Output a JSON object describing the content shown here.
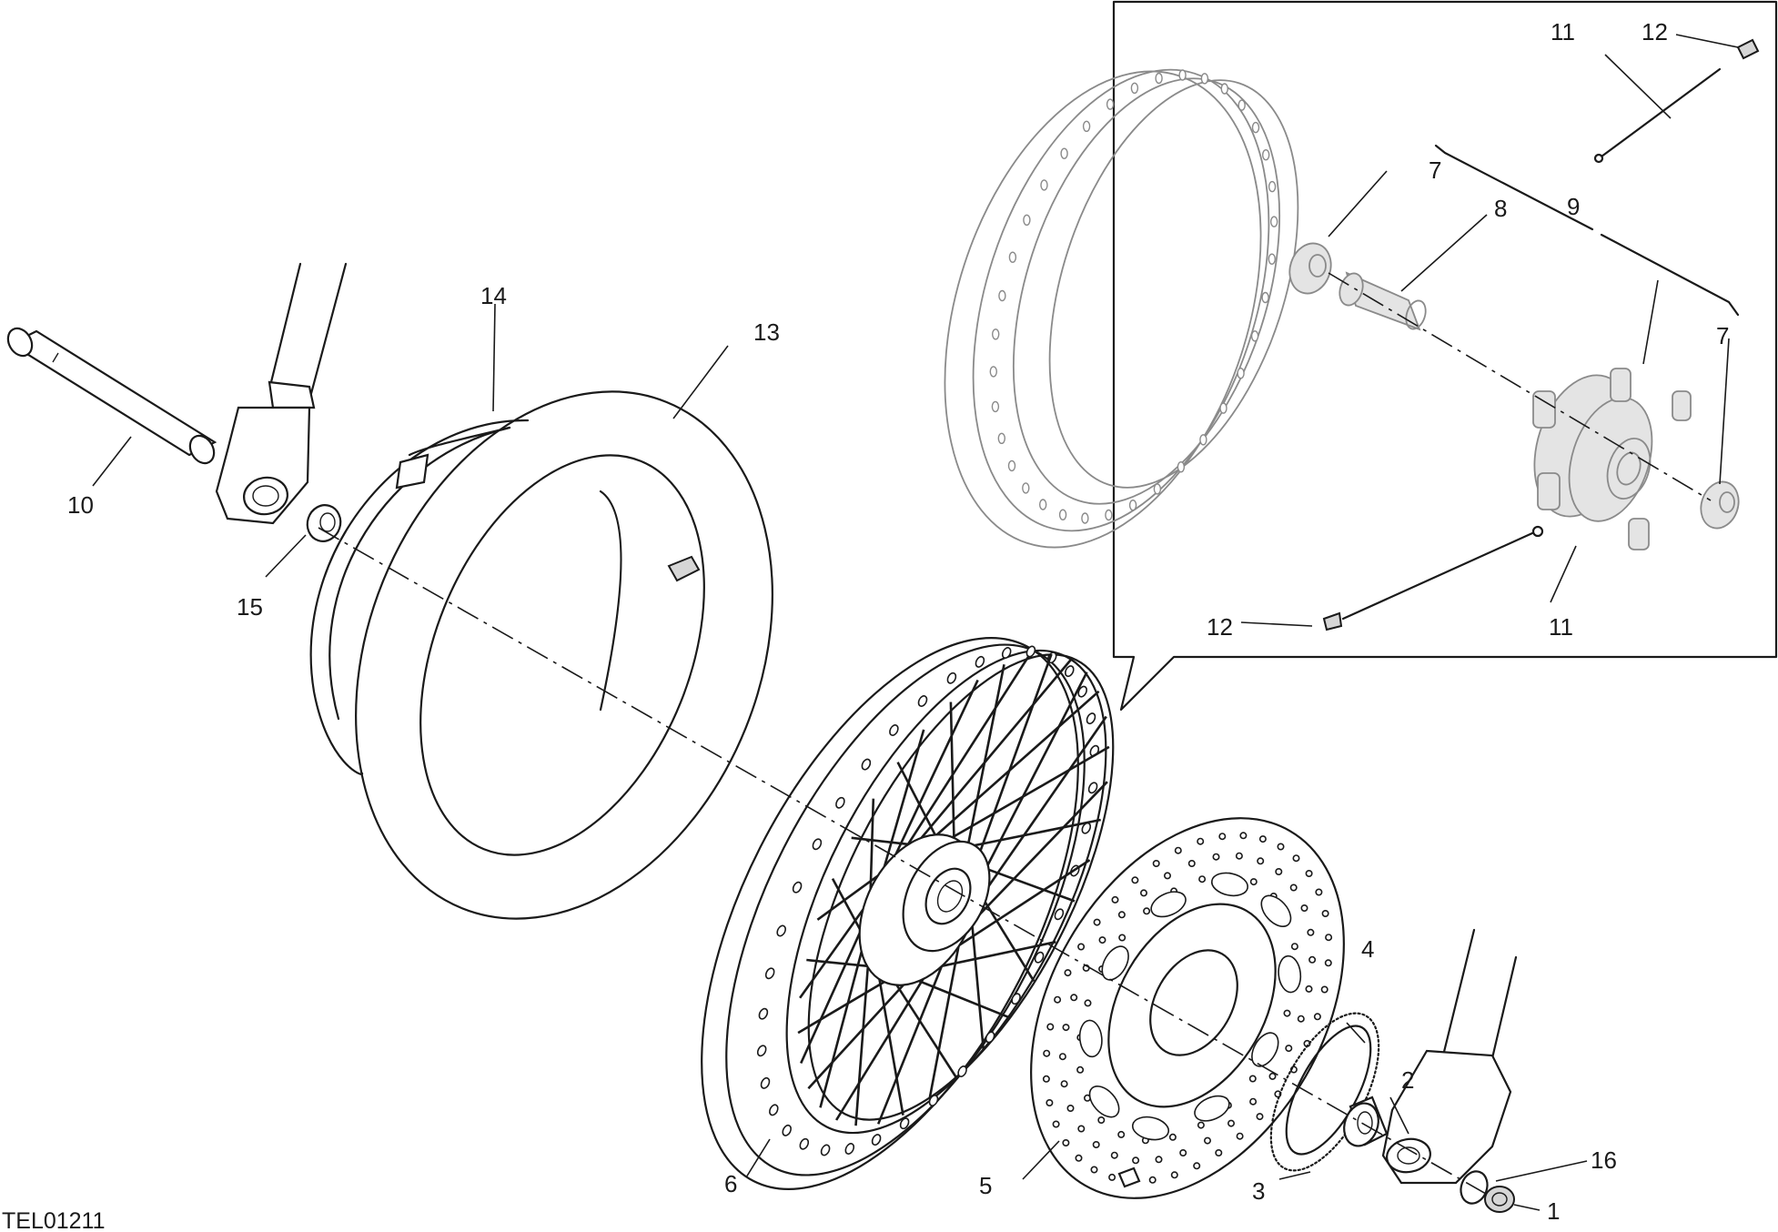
{
  "diagram": {
    "code": "TEL01211",
    "callouts": [
      {
        "id": "c1",
        "text": "1"
      },
      {
        "id": "c2",
        "text": "2"
      },
      {
        "id": "c3",
        "text": "3"
      },
      {
        "id": "c4",
        "text": "4"
      },
      {
        "id": "c5",
        "text": "5"
      },
      {
        "id": "c6",
        "text": "6"
      },
      {
        "id": "c7a",
        "text": "7"
      },
      {
        "id": "c7b",
        "text": "7"
      },
      {
        "id": "c8",
        "text": "8"
      },
      {
        "id": "c9",
        "text": "9"
      },
      {
        "id": "c10",
        "text": "10"
      },
      {
        "id": "c11a",
        "text": "11"
      },
      {
        "id": "c11b",
        "text": "11"
      },
      {
        "id": "c12a",
        "text": "12"
      },
      {
        "id": "c12b",
        "text": "12"
      },
      {
        "id": "c13",
        "text": "13"
      },
      {
        "id": "c14",
        "text": "14"
      },
      {
        "id": "c15",
        "text": "15"
      },
      {
        "id": "c16",
        "text": "16"
      }
    ]
  }
}
